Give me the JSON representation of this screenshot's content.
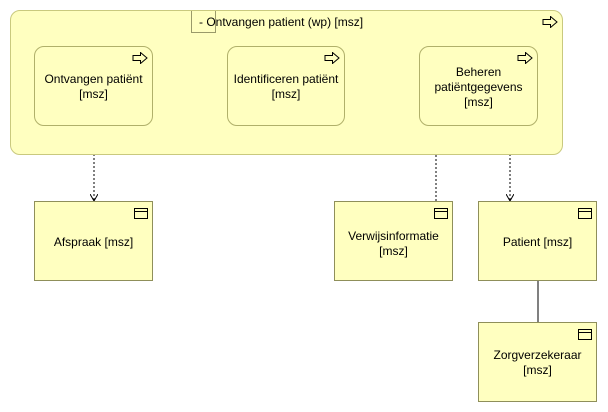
{
  "group": {
    "title": "- Ontvangen patient (wp) [msz]"
  },
  "processes": [
    {
      "id": "p1",
      "label": "Ontvangen patiënt\n[msz]"
    },
    {
      "id": "p2",
      "label": "Identificeren patiënt\n[msz]"
    },
    {
      "id": "p3",
      "label": "Beheren\npatiëntgegevens\n[msz]"
    }
  ],
  "objects": [
    {
      "id": "o1",
      "label": "Afspraak [msz]"
    },
    {
      "id": "o2",
      "label": "Verwijsinformatie\n[msz]"
    },
    {
      "id": "o3",
      "label": "Patient [msz]"
    },
    {
      "id": "o4",
      "label": "Zorgverzekeraar\n[msz]"
    }
  ],
  "icons": {
    "process": "process-arrow-icon",
    "object": "business-object-icon"
  },
  "colors": {
    "fill": "#ffffc0",
    "line": "#000000"
  }
}
